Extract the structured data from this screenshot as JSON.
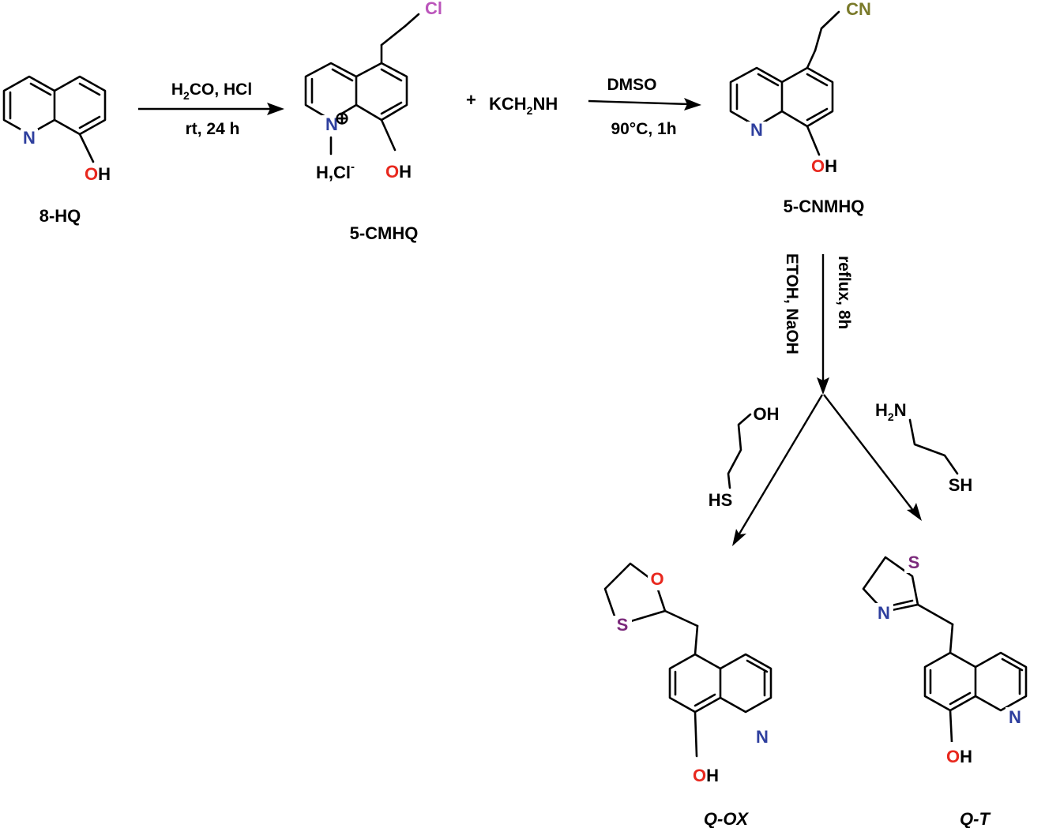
{
  "colors": {
    "nitrogen": "#2e3f9e",
    "oxygen": "#e8281e",
    "chlorine": "#bb55bb",
    "cyano": "#7a7a2a",
    "sulfur": "#7b2a7b",
    "text": "#000000"
  },
  "compounds": {
    "hq": {
      "name": "8-HQ",
      "N": "N",
      "OH_O": "O",
      "OH_H": "H"
    },
    "cmhq": {
      "name": "5-CMHQ",
      "Cl": "Cl",
      "N": "N",
      "plus": "⊕",
      "salt": "H,Cl",
      "salt_sup": "-",
      "OH_O": "O",
      "OH_H": "H"
    },
    "cnmhq": {
      "name": "5-CNMHQ",
      "CN": "CN",
      "N": "N",
      "OH_O": "O",
      "OH_H": "H"
    },
    "qox": {
      "name": "Q-OX",
      "O": "O",
      "S": "S",
      "N": "N",
      "OH_O": "O",
      "OH_H": "H"
    },
    "qt": {
      "name": "Q-T",
      "S": "S",
      "N_ring": "N",
      "N": "N",
      "OH_O": "O",
      "OH_H": "H"
    }
  },
  "reagents": {
    "plus": "+",
    "kch2nh": {
      "a": "KCH",
      "sub": "2",
      "b": "NH"
    },
    "mercaptoethanol": {
      "OH": "OH",
      "HS": "HS"
    },
    "cysteamine": {
      "H": "H",
      "sub": "2",
      "N": "N",
      "SH": "SH"
    }
  },
  "steps": {
    "step1": {
      "line1_a": "H",
      "line1_sub": "2",
      "line1_b": "CO, HCl",
      "line2": "rt, 24 h"
    },
    "step2": {
      "line1": "DMSO",
      "line2": "90°C, 1h"
    },
    "step3": {
      "left": "ETOH, NaOH",
      "right": "reflux, 8h"
    }
  }
}
